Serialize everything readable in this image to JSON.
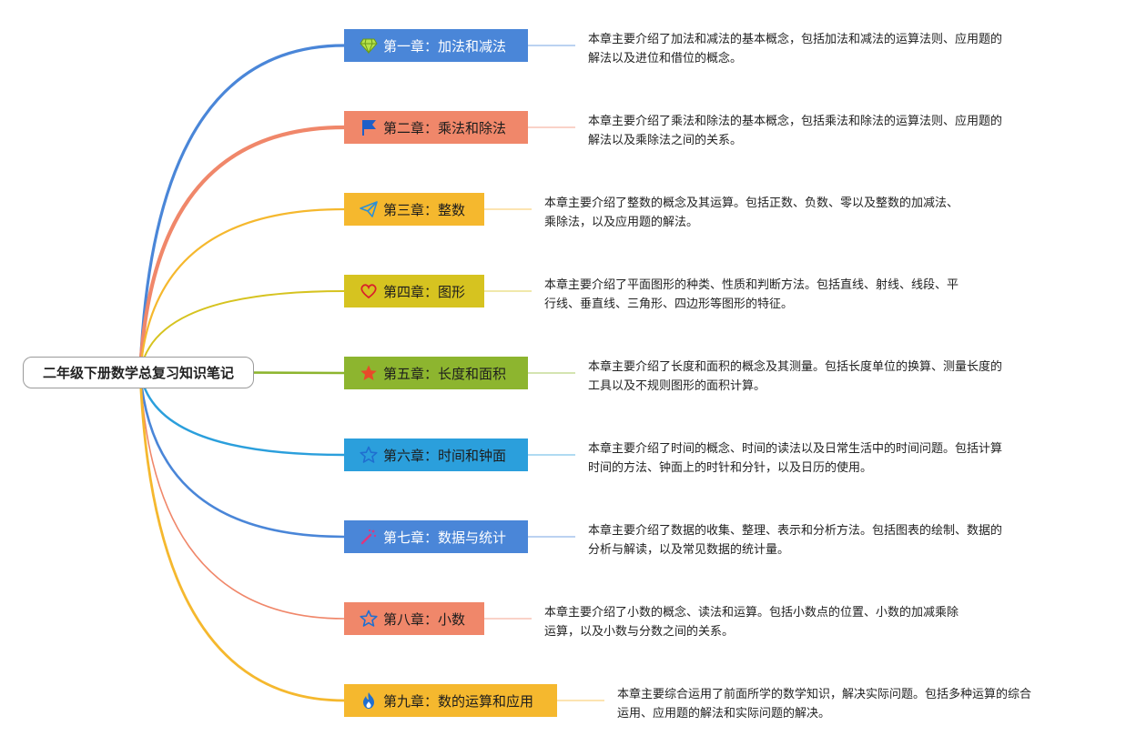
{
  "root": {
    "title": "二年级下册数学总复习知识笔记"
  },
  "chapters": [
    {
      "label": "第一章：加法和减法",
      "icon": "diamond-icon",
      "color": "#4a86d8",
      "desc_lines": [
        "本章主要介绍了加法和减法的基本概念，包括加法和减法的运算法则、应用题的",
        "解法以及进位和借位的概念。"
      ]
    },
    {
      "label": "第二章：乘法和除法",
      "icon": "flag-icon",
      "color": "#f0876a",
      "desc_lines": [
        "本章主要介绍了乘法和除法的基本概念，包括乘法和除法的运算法则、应用题的",
        "解法以及乘除法之间的关系。"
      ]
    },
    {
      "label": "第三章：整数",
      "icon": "paper-plane-icon",
      "color": "#f5b82e",
      "desc_lines": [
        "本章主要介绍了整数的概念及其运算。包括正数、负数、零以及整数的加减法、",
        "乘除法，以及应用题的解法。"
      ]
    },
    {
      "label": "第四章：图形",
      "icon": "heart-icon",
      "color": "#d6c320",
      "desc_lines": [
        "本章主要介绍了平面图形的种类、性质和判断方法。包括直线、射线、线段、平",
        "行线、垂直线、三角形、四边形等图形的特征。"
      ]
    },
    {
      "label": "第五章：长度和面积",
      "icon": "star-icon",
      "color": "#8db52f",
      "desc_lines": [
        "本章主要介绍了长度和面积的概念及其测量。包括长度单位的换算、测量长度的",
        "工具以及不规则图形的面积计算。"
      ]
    },
    {
      "label": "第六章：时间和钟面",
      "icon": "star-outline-icon",
      "color": "#2b9fdc",
      "desc_lines": [
        "本章主要介绍了时间的概念、时间的读法以及日常生活中的时间问题。包括计算",
        "时间的方法、钟面上的时针和分针，以及日历的使用。"
      ]
    },
    {
      "label": "第七章：数据与统计",
      "icon": "magic-wand-icon",
      "color": "#4a86d8",
      "desc_lines": [
        "本章主要介绍了数据的收集、整理、表示和分析方法。包括图表的绘制、数据的",
        "分析与解读，以及常见数据的统计量。"
      ]
    },
    {
      "label": "第八章：小数",
      "icon": "star-outline-icon",
      "color": "#f0876a",
      "desc_lines": [
        "本章主要介绍了小数的概念、读法和运算。包括小数点的位置、小数的加减乘除",
        "运算，以及小数与分数之间的关系。"
      ]
    },
    {
      "label": "第九章：数的运算和应用",
      "icon": "flame-icon",
      "color": "#f5b82e",
      "desc_lines": [
        "本章主要综合运用了前面所学的数学知识，解决实际问题。包括多种运算的综合",
        "运用、应用题的解法和实际问题的解决。"
      ]
    }
  ]
}
